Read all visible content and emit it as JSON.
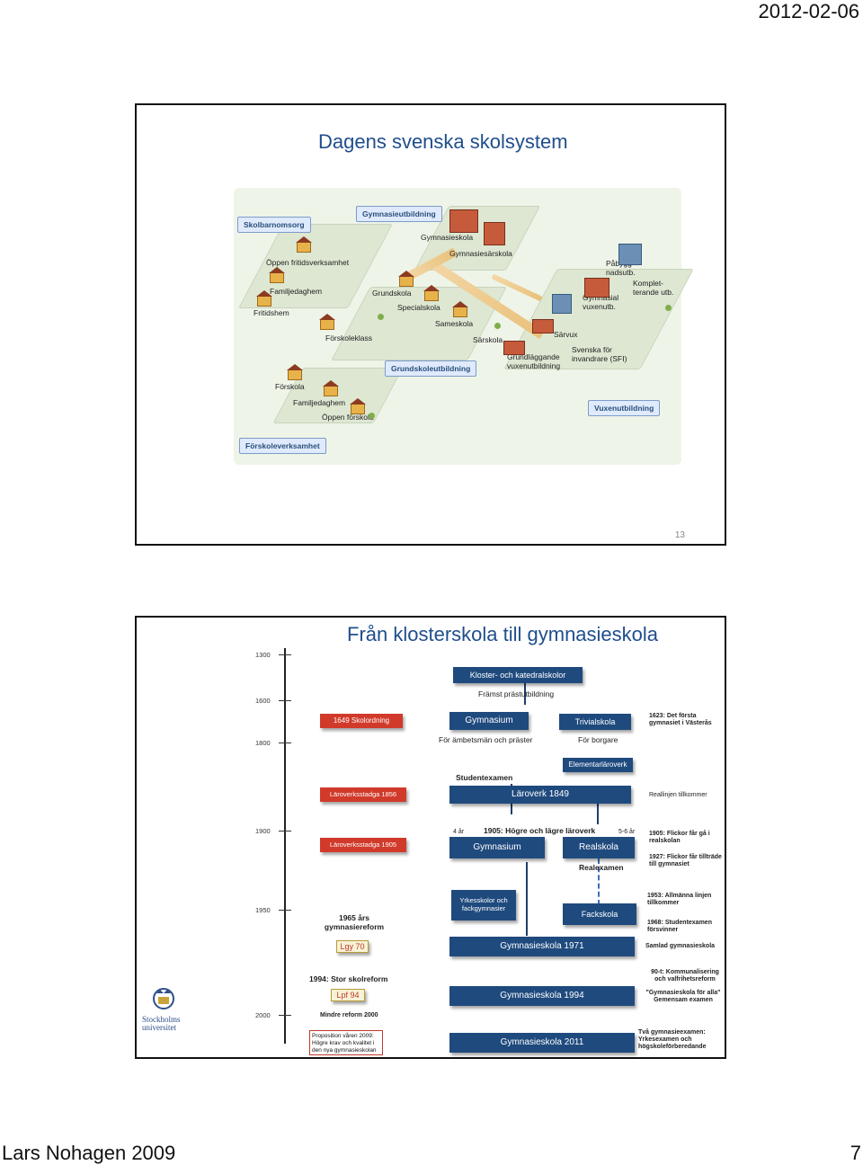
{
  "page": {
    "date": "2012-02-06",
    "footer_left": "Lars Nohagen 2009",
    "footer_right": "7"
  },
  "slide1": {
    "title": "Dagens svenska skolsystem",
    "number": "13",
    "tags": {
      "skolbarnomsorg": "Skolbarnomsorg",
      "gymnasieutbildning": "Gymnasieutbildning",
      "grundskoleutbildning": "Grundskoleutbildning",
      "vuxenutbildning": "Vuxenutbildning",
      "forskoleverksamhet": "Förskoleverksamhet"
    },
    "labels": {
      "oppen_fritid": "Öppen fritidsverksamhet",
      "familjedaghem1": "Familjedaghem",
      "fritidshem": "Fritidshem",
      "grundskola": "Grundskola",
      "specialskola": "Specialskola",
      "sameskola": "Sameskola",
      "sarskola": "Särskola",
      "forskoleklass": "Förskoleklass",
      "gymnasieskola": "Gymnasieskola",
      "gymnasiesarskola": "Gymnasiesärskola",
      "pabygg": "Påbygg-\nnadsutb.",
      "komplet": "Komplet-\nterande utb.",
      "gymnasial_vux": "Gymnasial\nvuxenutb.",
      "sarvux": "Särvux",
      "sfi": "Svenska för\ninvandrare (SFI)",
      "grundl_vux": "Grundläggande\nvuxenutbildning",
      "forskola": "Förskola",
      "familjedaghem2": "Familjedaghem",
      "oppen_forskola": "Öppen förskola"
    }
  },
  "slide2": {
    "title": "Från klosterskola till gymnasieskola",
    "years": [
      "1300",
      "1600",
      "1800",
      "1900",
      "1950",
      "2000"
    ],
    "kloster": "Kloster- och katedralskolor",
    "framst": "Främst prästutbildning",
    "skolordning_1649": "1649 Skolordning",
    "gymnasium_top": "Gymnasium",
    "trivialskola": "Trivialskola",
    "note_1623": "1623: Det första gymnasiet i Västerås",
    "for_ambetsman": "För ämbetsmän och präster",
    "for_borgare": "För borgare",
    "elementarlaroverk": "Elementarläroverk",
    "studentexamen": "Studentexamen",
    "laroverksstadga_1856": "Läroverksstadga 1856",
    "laroverk_1849": "Läroverk 1849",
    "reallinjen": "Reallinjen tillkommer",
    "fyra_ar": "4 år",
    "hogre_lagre": "1905: Högre och lägre läroverk",
    "fem_sex_ar": "5-6 år",
    "note_1905": "1905: Flickor får gå i realskolan",
    "laroverksstadga_1905": "Läroverksstadga 1905",
    "gymnasium_mid": "Gymnasium",
    "realskola": "Realskola",
    "note_1927": "1927: Flickor får tillträde till gymnasiet",
    "realexamen": "Realexamen",
    "yrkesskolor": "Yrkesskolor och fackgymnasier",
    "fackskola": "Fackskola",
    "note_1953": "1953: Allmänna linjen tillkommer",
    "reform_1965": "1965 års gymnasiereform",
    "note_1968": "1968: Studentexamen försvinner",
    "lgy70": "Lgy 70",
    "gymnasieskola_1971": "Gymnasieskola 1971",
    "samlad": "Samlad gymnasieskola",
    "stor_skolreform": "1994: Stor skolreform",
    "note_90": "90-t: Kommunalisering och valfrihetsreform",
    "lpf94": "Lpf 94",
    "gymnasieskola_1994": "Gymnasieskola 1994",
    "for_alla": "\"Gymnasieskola för alla\" Gemensam examen",
    "mindre_reform": "Mindre reform 2000",
    "proposition": "Proposition våren 2009: Högre krav och kvalitet i den nya gymnasieskolan",
    "gymnasieskola_2011": "Gymnasieskola 2011",
    "tva_examen": "Två gymnasieexamen: Yrkesexamen och högskoleförberedande",
    "logo_text": "Stockholms universitet"
  },
  "colors": {
    "title_blue": "#1f4e8c",
    "navy_box": "#1f4a7e",
    "red_box": "#d13a2a"
  }
}
